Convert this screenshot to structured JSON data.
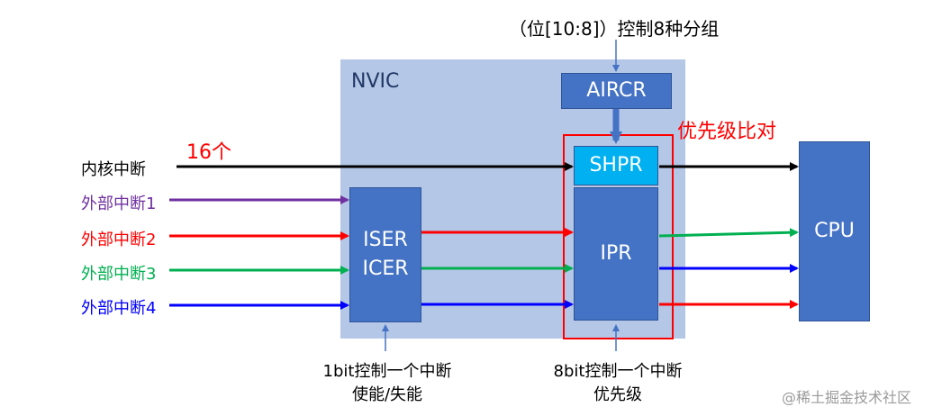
{
  "top_note": "（位[10:8]）控制8种分组",
  "nvic_label": "NVIC",
  "aircr_label": "AIRCR",
  "shpr_label": "SHPR",
  "ipr_label": "IPR",
  "iser_label": "ISER",
  "icer_label": "ICER",
  "cpu_label": "CPU",
  "priority_compare": "优先级比对",
  "count_16": "16个",
  "inputs": [
    {
      "label": "内核中断",
      "color": "#000000"
    },
    {
      "label": "外部中断1",
      "color": "#7030a0"
    },
    {
      "label": "外部中断2",
      "color": "#ff0000"
    },
    {
      "label": "外部中断3",
      "color": "#00b050"
    },
    {
      "label": "外部中断4",
      "color": "#0000ff"
    }
  ],
  "bottom_left": {
    "line1": "1bit控制一个中断",
    "line2": "使能/失能"
  },
  "bottom_right": {
    "line1": "8bit控制一个中断",
    "line2": "优先级"
  },
  "watermark": "@稀土掘金技术社区",
  "colors": {
    "box_blue": "#4472c4",
    "nvic_bg": "#b4c7e7",
    "shpr_cyan": "#00b0f0",
    "arrow_gray_blue": "#4472c4"
  }
}
